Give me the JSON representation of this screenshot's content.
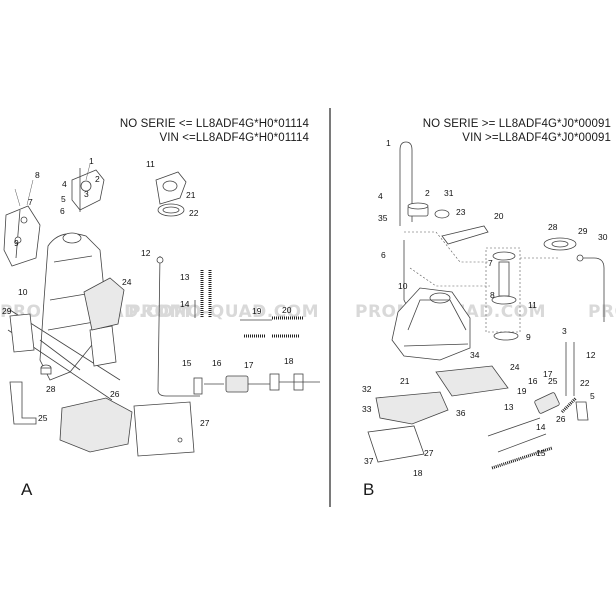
{
  "panel_a": {
    "header_line1": "NO SERIE <= LL8ADF4G*H0*01114",
    "header_line2": "VIN <=LL8ADF4G*H0*01114",
    "corner_label": "A",
    "callouts": [
      "1",
      "2",
      "3",
      "4",
      "5",
      "6",
      "7",
      "8",
      "9",
      "10",
      "11",
      "12",
      "13",
      "14",
      "15",
      "16",
      "17",
      "18",
      "19",
      "20",
      "21",
      "22",
      "24",
      "25",
      "26",
      "27",
      "28",
      "29"
    ]
  },
  "panel_b": {
    "header_line1": "NO SERIE >= LL8ADF4G*J0*00091",
    "header_line2": "VIN >=LL8ADF4G*J0*00091",
    "corner_label": "B",
    "callouts": [
      "1",
      "2",
      "3",
      "4",
      "5",
      "6",
      "7",
      "8",
      "9",
      "10",
      "11",
      "12",
      "13",
      "14",
      "15",
      "16",
      "17",
      "18",
      "19",
      "20",
      "21",
      "22",
      "23",
      "24",
      "25",
      "26",
      "27",
      "28",
      "29",
      "30",
      "31",
      "32",
      "33",
      "34",
      "35",
      "36",
      "37"
    ]
  },
  "watermark": "PROMO-QUAD.COM",
  "divider_color": "#222222"
}
